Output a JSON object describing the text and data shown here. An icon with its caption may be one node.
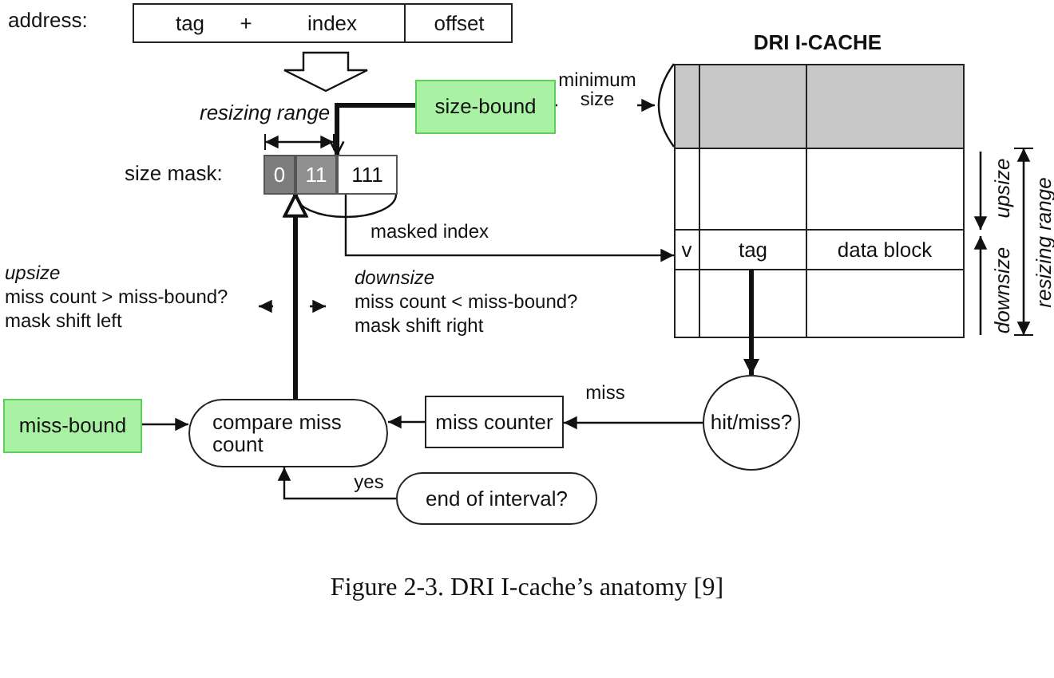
{
  "diagram": {
    "caption": "Figure 2-3. DRI I-cache’s anatomy [9]",
    "nodes": [
      {
        "text": [
          "tag",
          "+",
          "index",
          "offset"
        ],
        "beside": [
          "address:"
        ]
      },
      {
        "text": [
          "0",
          "11",
          "111"
        ],
        "beside": [
          "size mask:"
        ]
      },
      {
        "text": [
          "size-bound"
        ]
      },
      {
        "text": [
          "DRI I-CACHE",
          "v",
          "tag",
          "data block"
        ]
      },
      {
        "text": [
          "hit/miss?"
        ]
      },
      {
        "text": [
          "miss counter"
        ]
      },
      {
        "text": [
          "compare miss count"
        ]
      },
      {
        "text": [
          "miss-bound"
        ]
      },
      {
        "text": [
          "end of interval?"
        ]
      }
    ],
    "edges": [
      {
        "from": 0,
        "to": 1,
        "arrow": "to"
      },
      {
        "from": 2,
        "to": 1,
        "arrow": "to",
        "style": "thick"
      },
      {
        "from": 2,
        "to": 3,
        "arrow": "to",
        "label": "minimum size"
      },
      {
        "from": 1,
        "to": 3,
        "arrow": "to",
        "label": "masked index"
      },
      {
        "from": 3,
        "to": 4,
        "arrow": "to",
        "style": "thick"
      },
      {
        "from": 4,
        "to": 5,
        "arrow": "to",
        "label": "miss"
      },
      {
        "from": 5,
        "to": 6,
        "arrow": "to"
      },
      {
        "from": 7,
        "to": 6,
        "arrow": "to"
      },
      {
        "from": 8,
        "to": 6,
        "arrow": "to",
        "label": "yes"
      },
      {
        "from": 6,
        "to": 1,
        "arrow": "to",
        "style": "thick"
      }
    ],
    "labels": [
      "resizing range",
      "upsize",
      "miss count > miss-bound?",
      "mask shift left",
      "downsize",
      "miss count < miss-bound?",
      "mask shift right",
      "upsize",
      "downsize",
      "resizing range"
    ]
  }
}
